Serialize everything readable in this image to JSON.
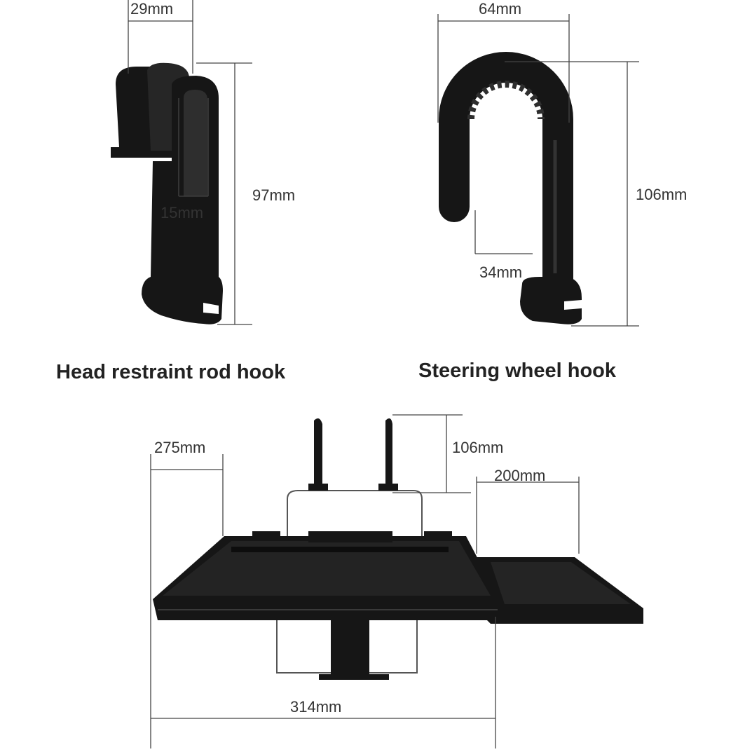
{
  "head_hook": {
    "title": "Head restraint rod hook",
    "width_label": "29mm",
    "gap_label": "15mm",
    "height_label": "97mm"
  },
  "steering_hook": {
    "title": "Steering wheel hook",
    "width_label": "64mm",
    "height_label": "106mm",
    "gap_label": "34mm"
  },
  "tray": {
    "depth_label": "275mm",
    "hook_height_label": "106mm",
    "side_tray_label": "200mm",
    "width_label": "314mm"
  }
}
